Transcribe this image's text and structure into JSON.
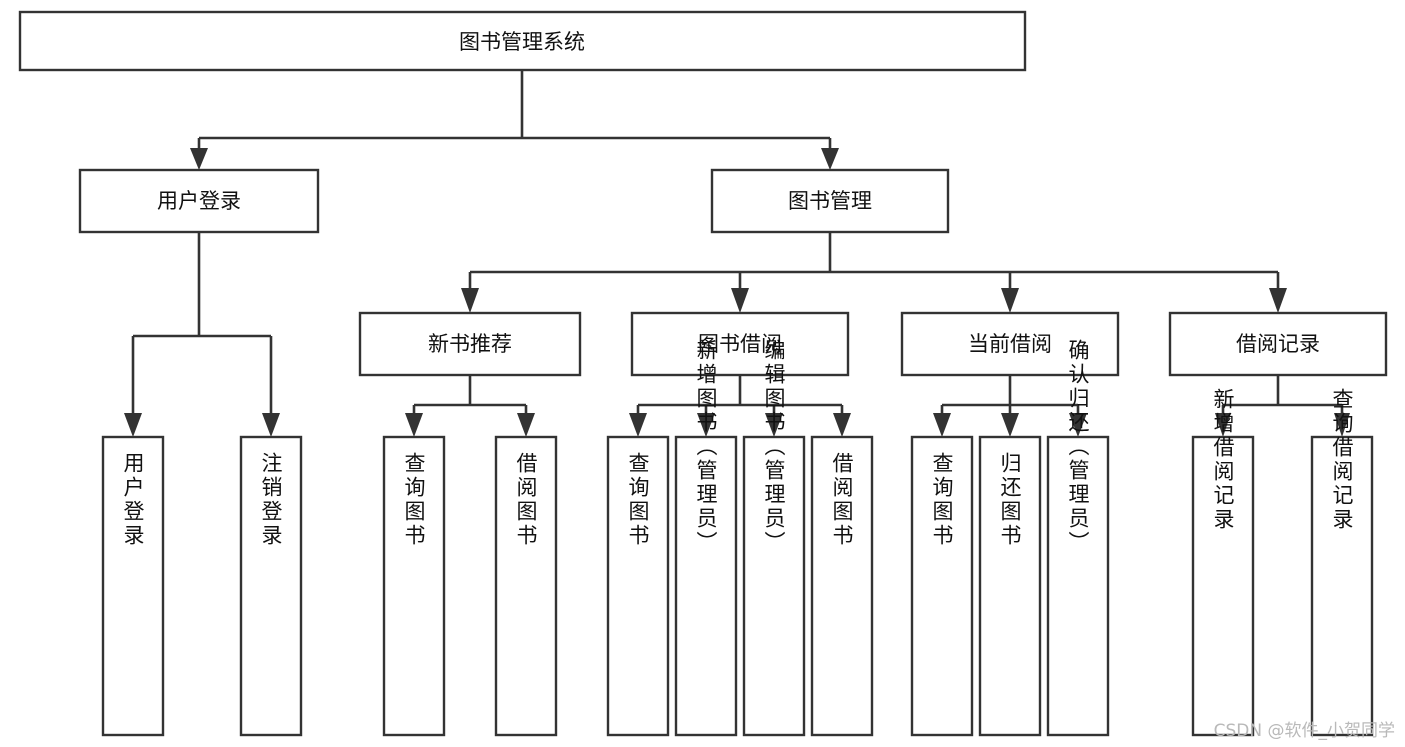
{
  "diagram": {
    "type": "tree-hierarchy",
    "title": "图书管理系统",
    "root": {
      "id": "root",
      "label": "图书管理系统"
    },
    "level1": [
      {
        "id": "user-login",
        "label": "用户登录"
      },
      {
        "id": "book-management",
        "label": "图书管理"
      }
    ],
    "level2": [
      {
        "id": "new-book-recommend",
        "label": "新书推荐",
        "parent": "book-management"
      },
      {
        "id": "book-borrow",
        "label": "图书借阅",
        "parent": "book-management"
      },
      {
        "id": "current-borrow",
        "label": "当前借阅",
        "parent": "book-management"
      },
      {
        "id": "borrow-record",
        "label": "借阅记录",
        "parent": "book-management"
      }
    ],
    "leaves": {
      "user-login": [
        {
          "id": "leaf-user-login",
          "label": "用户登录"
        },
        {
          "id": "leaf-logout-login",
          "label": "注销登录"
        }
      ],
      "new-book-recommend": [
        {
          "id": "leaf-query-book-1",
          "label": "查询图书"
        },
        {
          "id": "leaf-borrow-book-1",
          "label": "借阅图书"
        }
      ],
      "book-borrow": [
        {
          "id": "leaf-query-book-2",
          "label": "查询图书"
        },
        {
          "id": "leaf-add-book",
          "label": "新增图书（管理员）"
        },
        {
          "id": "leaf-edit-book",
          "label": "编辑图书（管理员）"
        },
        {
          "id": "leaf-borrow-book-2",
          "label": "借阅图书"
        }
      ],
      "current-borrow": [
        {
          "id": "leaf-query-book-3",
          "label": "查询图书"
        },
        {
          "id": "leaf-return-book",
          "label": "归还图书"
        },
        {
          "id": "leaf-confirm-return",
          "label": "确认归还（管理员）"
        }
      ],
      "borrow-record": [
        {
          "id": "leaf-add-record",
          "label": "新增借阅记录"
        },
        {
          "id": "leaf-query-record",
          "label": "查询借阅记录"
        }
      ]
    },
    "colors": {
      "stroke": "#333333",
      "fill": "#ffffff",
      "text": "#111111",
      "watermark": "#b9b9b9",
      "background": "#ffffff"
    }
  },
  "watermark": {
    "text": "CSDN @软件_小贺同学"
  }
}
